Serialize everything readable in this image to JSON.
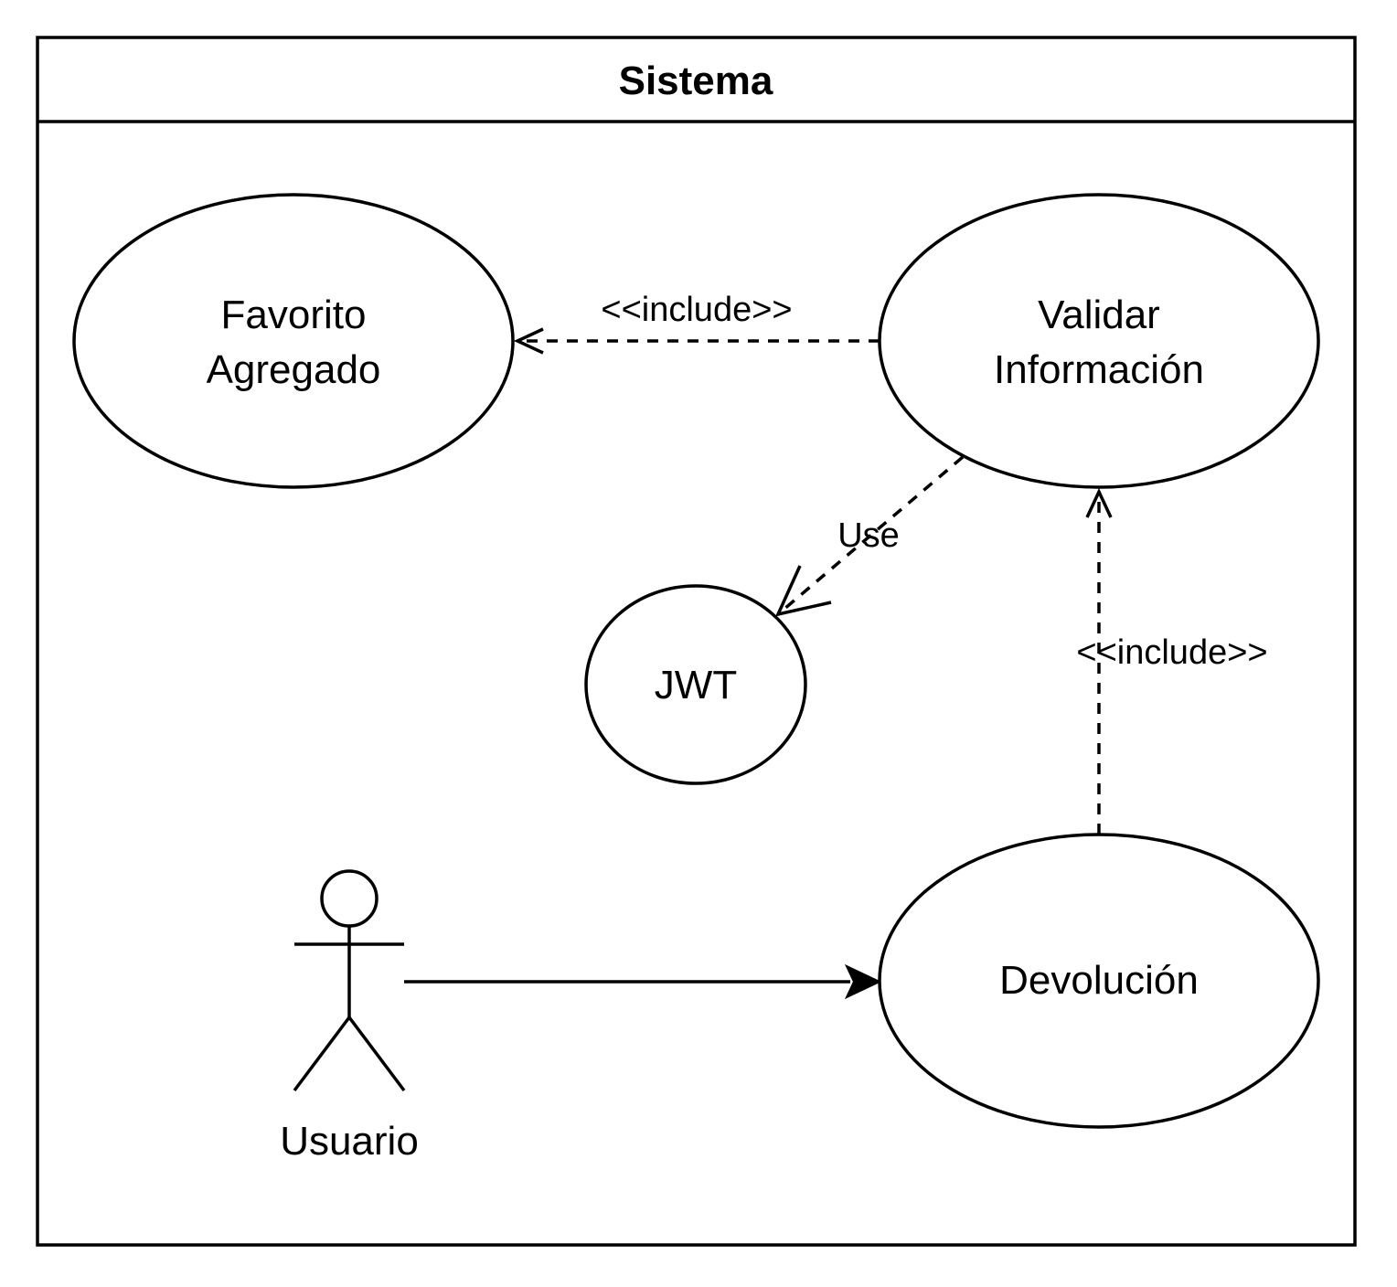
{
  "system": {
    "title": "Sistema"
  },
  "use_cases": {
    "favorito": {
      "line1": "Favorito",
      "line2": "Agregado"
    },
    "validar": {
      "line1": "Validar",
      "line2": "Información"
    },
    "jwt": {
      "label": "JWT"
    },
    "devolucion": {
      "label": "Devolución"
    }
  },
  "actor": {
    "label": "Usuario"
  },
  "relations": {
    "validar_to_favorito": "<<include>>",
    "validar_to_jwt": "Use",
    "devolucion_to_validar": "<<include>>"
  }
}
